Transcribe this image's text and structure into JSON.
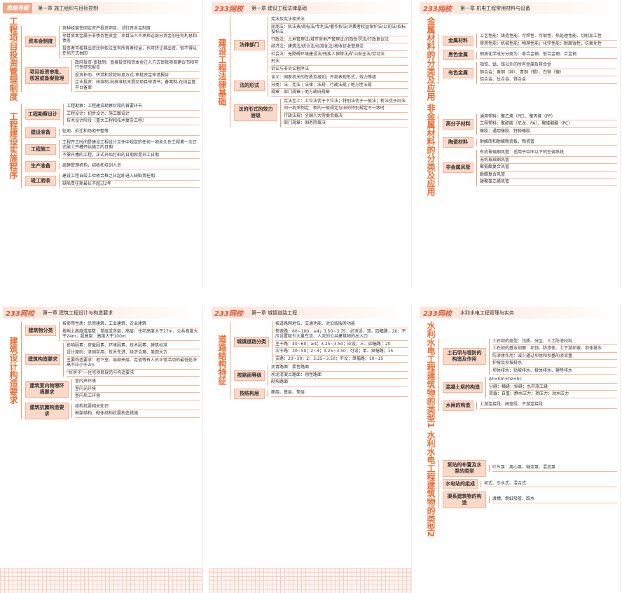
{
  "cards": [
    {
      "badge": "思维导图",
      "chapter": "第一章 施工组织与目标控制",
      "grid": false,
      "sections": [
        {
          "title": "工程项目投资管理制度",
          "branches": [
            {
              "label": "资本金制度",
              "leaves": [
                "各种经营性固定资产投资项目，试行资本金制度",
                "项目资本金属于非债务性资金，项目法人不承担这部分资金的任何利息和债务",
                "投资者可按其出资比例依法享有所有者权益，也可转让其出资，但不得以任何方式抽回"
              ]
            },
            {
              "label": "项目投资审批、核准或备案管理",
              "leaves": [
                "政府投资-审批制：直接投资和资本金注入方式审批项目建议书和可行性研究报告",
                "投资补助、转贷和贷款贴息方式-审批资金申请报告",
                "企业投资：核准制-向核准机关提交项目申请书；备案制-在线监管平台备案"
              ]
            }
          ]
        },
        {
          "title": "工程建设实施程序",
          "branches": [
            {
              "label": "工程勘察设计",
              "leaves": [
                "工程勘察：工程建设勘察阶段的首要环节",
                "工程设计：初步设计、施工图设计",
                "技术设计阶段（重大工程和技术复杂工程）"
              ]
            },
            {
              "label": "建设准备",
              "leaves": [
                "征地、拆迁和场地平整等"
              ]
            },
            {
              "label": "工程施工",
              "leaves": [
                "工程开工时间是建设工程设计文件中规定的任何一项永久性工程第一次正式破土开槽开始施工的日期",
                "不需开槽的工程，正式开始打桩的日期就是开工日期"
              ]
            },
            {
              "label": "生产准备",
              "leaves": [
                "组建管理机构，招收和培训人员"
              ]
            },
            {
              "label": "竣工验收",
              "leaves": [
                "建设工程自竣工验收合格之日起即进入缺陷责任期",
                "缺陷责任期最长不超过2年"
              ]
            }
          ]
        }
      ]
    },
    {
      "badge": "233网校",
      "chapter": "第一章 建设工程法律基础",
      "grid": false,
      "sections": [
        {
          "title": "建设工程法律基础",
          "branches": [
            {
              "label": "法律部门",
              "leaves": [
                "宪法及宪法相关法",
                "民商法：民法典/商标法/专利法/著作权法/消费者权益保护法/公司法/招标投标法",
                "行政法：土地管理法/城市房地产管理法/行政处罚法/行政复议法",
                "经济法：建筑法/统计法/标准化法/税收征收管理法",
                "社会法：无障碍环境建设法/残疾人保障法/矿山安全法/劳动法",
                "刑法",
                "诉讼与非诉讼程序法"
              ]
            },
            {
              "label": "法的形式",
              "leaves": [
                "含义：国家机关的性质及级别；外部表现形式；效力等级",
                "分类：法 - 宪法 / 法律；法规 - 行政法规 / 地方性法规",
                "规章 - 部门规章 / 地方政府规章"
              ]
            },
            {
              "label": "法的形式的效力层级",
              "leaves": [
                "宪法至上：上位法优于下位法；特别法优于一般法；新法优于旧法",
                "同一机关制定：新的一般规定与旧的特别规定不一致时",
                "行政法规：全国人大常委会裁决",
                "部门规章：国务院裁决"
              ]
            }
          ]
        }
      ]
    },
    {
      "badge": "233网校",
      "chapter": "第一章 机电工程常用材料与设备",
      "grid": false,
      "sections": [
        {
          "title": "金属材料的分类及应用",
          "branches": [
            {
              "label": "金属材料",
              "leaves": [
                "工艺性能：铸造性能、可焊性、可锻性、热处理性能、切削加工性",
                "使用性能：机械性能；物理性能；化学性能：耐腐蚀性、抗氧化性"
              ]
            },
            {
              "label": "黑色金属",
              "leaves": [
                "钢按化学成分分类为：非合金钢、低合金钢、合金钢"
              ]
            },
            {
              "label": "有色金属",
              "leaves": [
                "指铁、锰、铬以外的所有金属及其合金",
                "铜合金：黄铜（锌）、青铜（锡）、白铜（镍）",
                "铝合金、钛合金、镁合金"
              ]
            }
          ]
        },
        {
          "title": "非金属材料的分类及应用",
          "branches": [
            {
              "label": "高分子材料",
              "leaves": [
                "通用塑料：聚乙烯（PE）、聚丙烯（PP）",
                "工程塑料：聚酰胺（尼龙，PA）、聚碳酸酯（PC）",
                "橡胶：通用橡胶、特种橡胶"
              ]
            },
            {
              "label": "陶瓷材料",
              "leaves": [
                "耐酸砖和耐酸陶瓷板、陶瓷管"
              ]
            },
            {
              "label": "非金属风管",
              "leaves": [
                "有机玻璃钢风管：适用于中压以下的空调系统",
                "无机玻璃钢风管",
                "聚氨酯复合风管",
                "酚醛复合风管",
                "硬聚氯乙烯风管"
              ]
            }
          ]
        }
      ]
    },
    {
      "badge": "233网校",
      "chapter": "第一章 建筑工程设计与构造要求",
      "grid": true,
      "sections": [
        {
          "title": "建筑设计构造要求",
          "branches": [
            {
              "label": "建筑物分类",
              "leaves": [
                "按使用性质：民用建筑、工业建筑、农业建筑",
                "按地上高度或层数：单层或多层；高层：住宅高度大于27m，公共高度大于24m；超高层：高度大于100m"
              ]
            },
            {
              "label": "建筑构造要求",
              "leaves": [
                "影响因素：荷载因素、环境因素、技术因素、建筑标准",
                "设计原则：坚固实用、技术先进、经济合理、美观大方",
                "主要构造要求：地下室、局部夹层、走道等有人员正常活动的最低处净高不应小于2m",
                "“好房子”一住宅项目规范与构造要求"
              ]
            },
            {
              "label": "建筑室内物理环境要求",
              "leaves": [
                "室内声环境",
                "室内光环境",
                "室内热工环境"
              ]
            },
            {
              "label": "建筑抗震构造要求",
              "leaves": [
                "结构抗震相关知识",
                "框架结构、砌体结构抗震构造措施"
              ]
            }
          ]
        }
      ]
    },
    {
      "badge": "233网校",
      "chapter": "第一章 城镇道路工程",
      "grid": true,
      "sections": [
        {
          "title": "道路结构特征",
          "branches": [
            {
              "label": "城镇道路分类",
              "leaves": [
                "按道路网地位、交通功能、对沿线服务功能",
                "快速路：60~100；≥4；3.50~3.75；必须设；双、四幅路；20；不应设置吸引大量车流、人流的公共建筑物的出入口",
                "主干路：40~60；≥4；3.25~3.50；应设；三、四幅路；20",
                "次干路：30~50；2~4；3.25~3.50；可设；单、双幅路；15",
                "支路：20~30；2；3.25~3.50；不设；单幅路；10~15"
              ]
            },
            {
              "label": "按路面等级",
              "leaves": [
                "沥青路面：柔性路面",
                "水泥混凝土路面：刚性路面",
                "砌块路面"
              ]
            },
            {
              "label": "按结构层",
              "leaves": [
                "面层、基层、垫层"
              ]
            }
          ]
        }
      ]
    },
    {
      "badge": "233网校",
      "chapter": "水利水电工程管理与实务",
      "grid": false,
      "sections": [
        {
          "title": "水利水电工程建筑物的类型1",
          "branches": [
            {
              "label": "土石坝与堤防的构造及作用",
              "leaves": [
                "土石坝的类型：均质、分区、人工防渗材料",
                "土石坝的基本剖面：坝顶、防渗体、上下游坝坡、坝体排水",
                "防渗体作用：减少通过坝体和坝基的渗流量",
                "护坡及坝坡排水",
                "坝体排水：贴坡排水、棱体排水、褥垫排水"
              ]
            },
            {
              "label": "混凝土坝的构造",
              "leaves": [
                "Δh=hm+hz+hc",
                "分缝：横缝；纵缝；水平施工缝",
                "荷载：自重；静水压力；扬压力；动水压力"
              ]
            },
            {
              "label": "水闸的构造",
              "leaves": [
                "上游连接段、闸室段、下游连接段"
              ]
            }
          ]
        },
        {
          "title": "水利水电工程建筑物的类型2",
          "branches": [
            {
              "label": "泵站的布置及水泵的类型",
              "leaves": [
                "叶片泵：离心泵、轴流泵、混流泵"
              ]
            },
            {
              "label": "水电站的组成",
              "leaves": [
                "坝式、引水式、混合式"
              ]
            },
            {
              "label": "渠系建筑物的构造",
              "leaves": [
                "渡槽、倒虹吸管、跌水"
              ]
            }
          ]
        }
      ]
    }
  ]
}
